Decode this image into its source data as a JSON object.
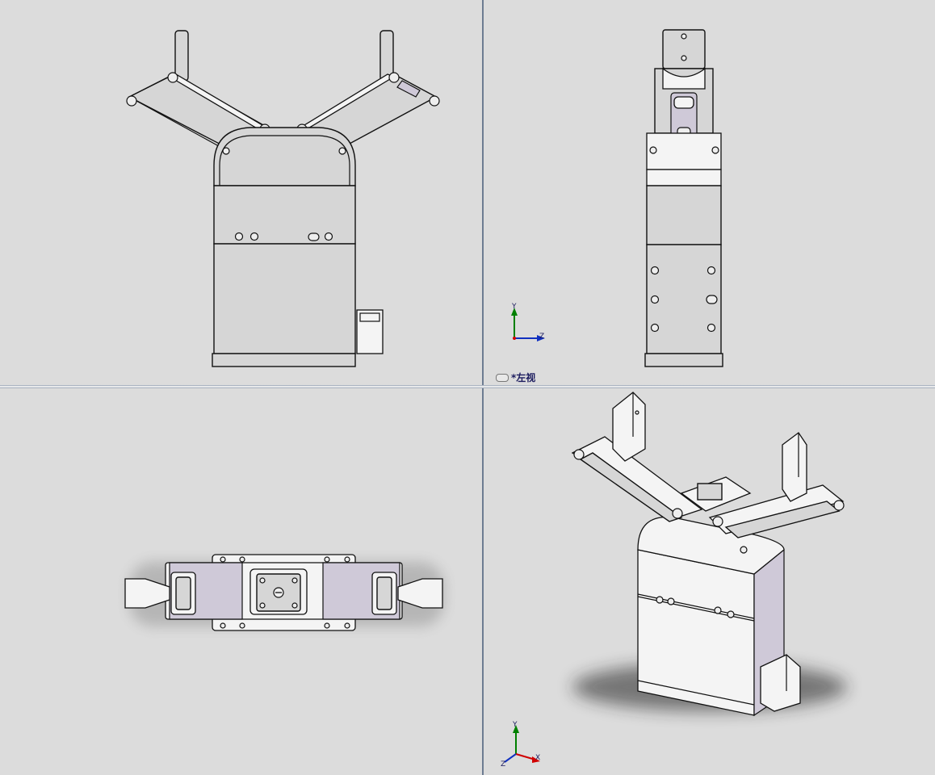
{
  "viewports": {
    "top_left": {
      "name": "front"
    },
    "top_right": {
      "name": "left",
      "label": "*左视"
    },
    "bottom_left": {
      "name": "top"
    },
    "bottom_right": {
      "name": "isometric"
    }
  },
  "triad": {
    "left_view": {
      "axis_y": "Y",
      "axis_z": "Z"
    },
    "iso_view": {
      "axis_y": "Y",
      "axis_x": "X",
      "axis_z": "Z"
    }
  },
  "colors": {
    "background": "#dcdcdc",
    "part_face": "#d6d6d6",
    "highlight_face": "#f4f4f4",
    "shade_face": "#cfc9d8",
    "splitter": "#6d7c92",
    "label_text": "#1b1b5e",
    "axis_x": "#d00000",
    "axis_y": "#008000",
    "axis_z": "#1030c0"
  }
}
